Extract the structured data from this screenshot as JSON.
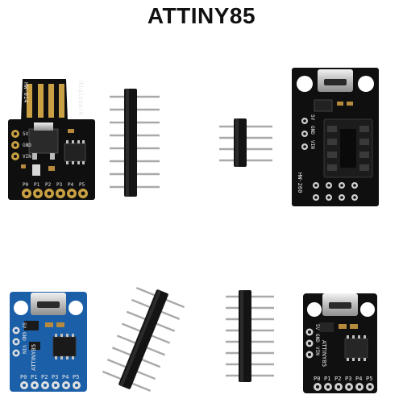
{
  "title": "ATTINY85",
  "colors": {
    "pcb_black": "#101010",
    "pcb_blue": "#1b5fa8",
    "gold": "#c9a043",
    "silver": "#d9d9d9",
    "header_plastic": "#141414",
    "pin_metal": "#b8b8b8"
  },
  "boards": {
    "usb_stick": {
      "brand": "digispark",
      "model": "HW-014",
      "side_labels": [
        "5V",
        "GND",
        "VIN"
      ],
      "pin_labels": [
        "P0",
        "P1",
        "P2",
        "P3",
        "P4",
        "P5"
      ]
    },
    "programmer": {
      "model": "HW-260",
      "side_labels": [
        "5V",
        "GND",
        "VIN"
      ]
    },
    "blue_micro": {
      "chip": "ATTINY85",
      "side_labels": [
        "5V",
        "GND",
        "VIN"
      ],
      "pin_labels": [
        "P0",
        "P1",
        "P2",
        "P3",
        "P4",
        "P5"
      ]
    },
    "black_micro": {
      "chip": "ATTINY85",
      "side_labels": [
        "5V",
        "GND",
        "VIN"
      ],
      "pin_labels": [
        "P0",
        "P1",
        "P2",
        "P3",
        "P4",
        "P5"
      ]
    }
  }
}
